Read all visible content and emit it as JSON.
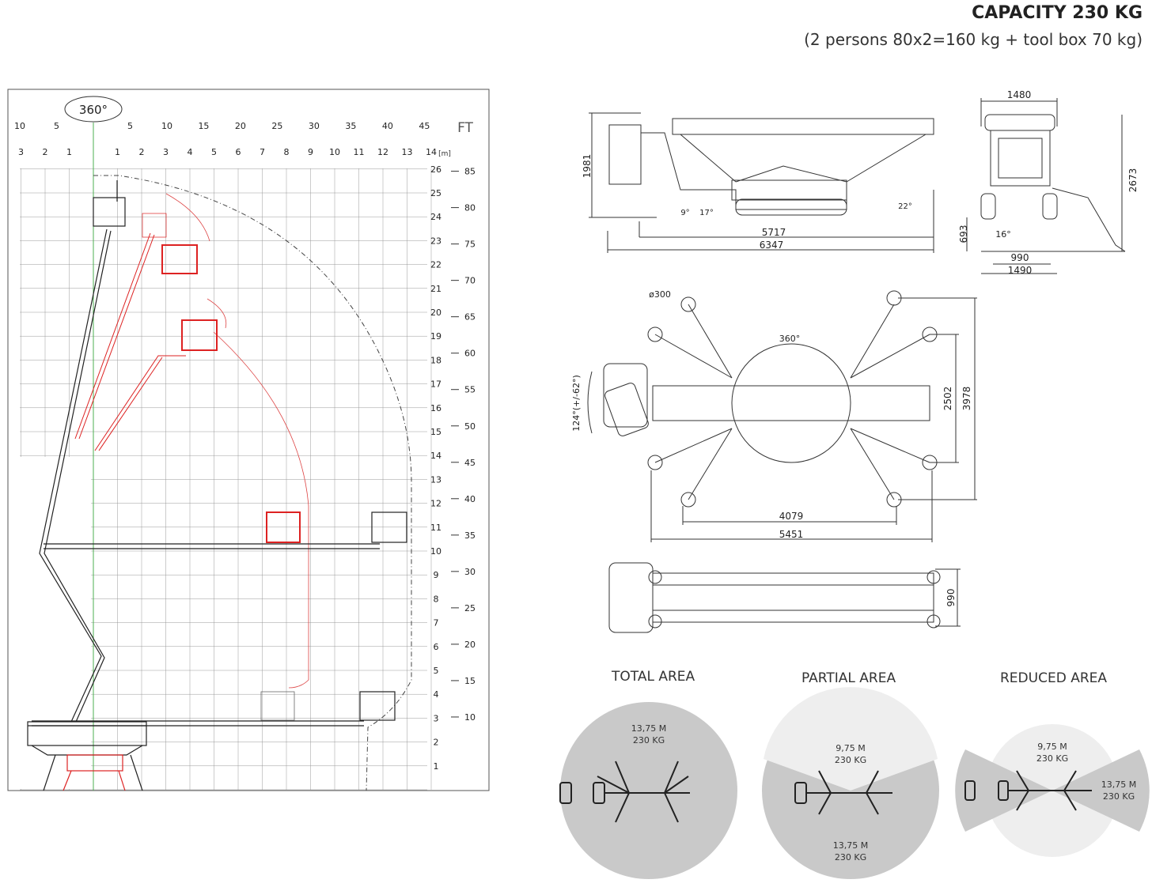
{
  "header": {
    "title": "CAPACITY 230 KG",
    "subtitle": "(2 persons 80x2=160 kg + tool box 70 kg)"
  },
  "chart": {
    "rotation": "360°",
    "ft_unit": "FT",
    "m_unit": "[m]",
    "top_ft_labels": [
      "10",
      "5",
      "5",
      "10",
      "15",
      "20",
      "25",
      "30",
      "35",
      "40",
      "45"
    ],
    "top_m_labels": [
      "3",
      "2",
      "1",
      "1",
      "2",
      "3",
      "4",
      "5",
      "6",
      "7",
      "8",
      "9",
      "10",
      "11",
      "12",
      "13",
      "14"
    ],
    "right_m_labels": [
      "26",
      "25",
      "24",
      "23",
      "22",
      "21",
      "20",
      "19",
      "18",
      "17",
      "16",
      "15",
      "14",
      "13",
      "12",
      "11",
      "10",
      "9",
      "8",
      "7",
      "6",
      "5",
      "4",
      "3",
      "2",
      "1"
    ],
    "right_ft_labels": [
      "85",
      "80",
      "75",
      "70",
      "65",
      "60",
      "55",
      "50",
      "45",
      "40",
      "35",
      "30",
      "25",
      "20",
      "15",
      "10"
    ]
  },
  "side_view": {
    "height": "1981",
    "length_inner": "5717",
    "length_total": "6347",
    "angle_a": "9°",
    "angle_b": "17°",
    "angle_c": "22°"
  },
  "front_view": {
    "top_width": "1480",
    "height": "2673",
    "ground_clearance": "693",
    "angle": "16°",
    "track_width": "990",
    "total_width": "1490"
  },
  "top_view": {
    "pad_diameter": "ø300",
    "rotation": "360°",
    "basket_rotation": "124°(+/-62°)",
    "outrigger_width_inner": "2502",
    "outrigger_width_total": "3978",
    "outrigger_length_inner": "4079",
    "outrigger_length_total": "5451"
  },
  "stowed_view": {
    "width": "990"
  },
  "areas": {
    "total": {
      "title": "TOTAL AREA",
      "reach": "13,75 M",
      "load": "230 KG"
    },
    "partial": {
      "title": "PARTIAL AREA",
      "reach_inner": "9,75 M",
      "load_inner": "230 KG",
      "reach_outer": "13,75 M",
      "load_outer": "230 KG"
    },
    "reduced": {
      "title": "REDUCED AREA",
      "reach_inner": "9,75 M",
      "load_inner": "230 KG",
      "reach_outer": "13,75 M",
      "load_outer": "230 KG"
    }
  }
}
